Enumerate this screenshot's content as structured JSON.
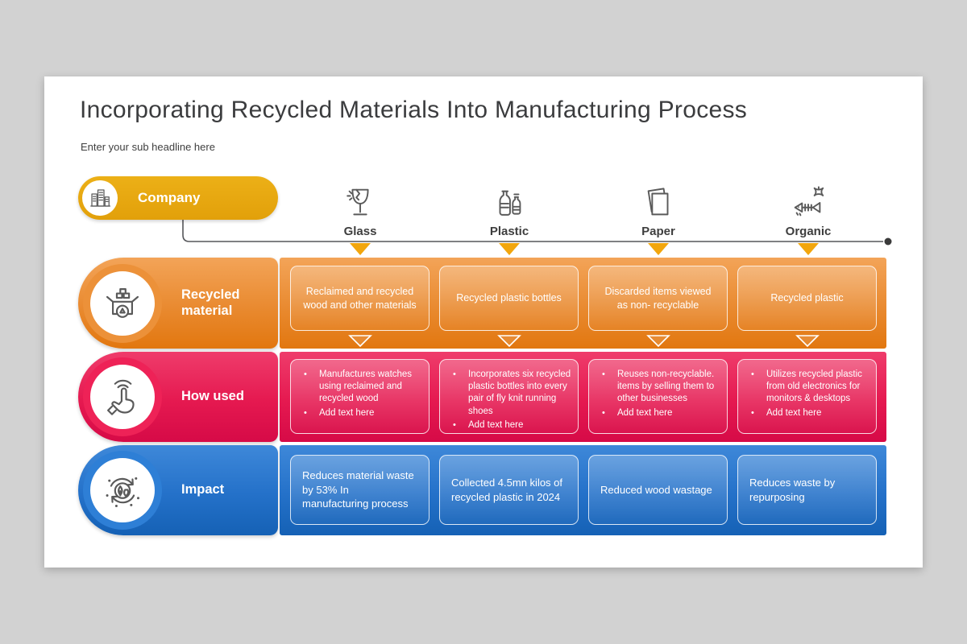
{
  "colors": {
    "page_bg": "#d2d2d2",
    "slide_bg": "#ffffff",
    "company_yellow": "#e7a711",
    "orange_band_top": "#f3a458",
    "orange_band_bottom": "#e2770f",
    "pink_band_top": "#ef3c6b",
    "pink_band_bottom": "#d60a47",
    "blue_band_top": "#3e88d9",
    "blue_band_bottom": "#1561b5",
    "marker_yellow": "#f2a60d",
    "timeline_gray": "#55565a",
    "text_dark": "#3b3c3e"
  },
  "header": {
    "title": "Incorporating Recycled Materials Into Manufacturing Process",
    "subtitle": "Enter your sub headline here"
  },
  "company": {
    "label": "Company",
    "icon": "buildings-icon"
  },
  "columns": [
    {
      "label": "Glass",
      "icon": "broken-glass-icon"
    },
    {
      "label": "Plastic",
      "icon": "plastic-bottles-icon"
    },
    {
      "label": "Paper",
      "icon": "paper-sheets-icon"
    },
    {
      "label": "Organic",
      "icon": "organic-waste-icon"
    }
  ],
  "rows": [
    {
      "label": "Recycled material",
      "icon": "recycle-box-icon",
      "cells": [
        {
          "text": "Reclaimed and recycled wood and other materials"
        },
        {
          "text": "Recycled plastic bottles"
        },
        {
          "text": "Discarded items viewed as non- recyclable"
        },
        {
          "text": "Recycled plastic"
        }
      ]
    },
    {
      "label": "How used",
      "icon": "touch-finger-icon",
      "cells": [
        {
          "bullets": [
            "Manufactures watches using reclaimed and recycled wood",
            "Add text here"
          ]
        },
        {
          "bullets": [
            "Incorporates six recycled plastic bottles into every pair of fly knit running shoes",
            "Add text here"
          ]
        },
        {
          "bullets": [
            "Reuses non-recyclable. items by selling them to other businesses",
            "Add text here"
          ]
        },
        {
          "bullets": [
            "Utilizes recycled plastic from old electronics for monitors & desktops",
            "Add text here"
          ]
        }
      ]
    },
    {
      "label": "Impact",
      "icon": "eco-cycle-icon",
      "cells": [
        {
          "text": "Reduces material waste by 53% In manufacturing process"
        },
        {
          "text": "Collected 4.5mn kilos of recycled plastic in 2024"
        },
        {
          "text": "Reduced wood wastage"
        },
        {
          "text": "Reduces waste by repurposing"
        }
      ]
    }
  ]
}
